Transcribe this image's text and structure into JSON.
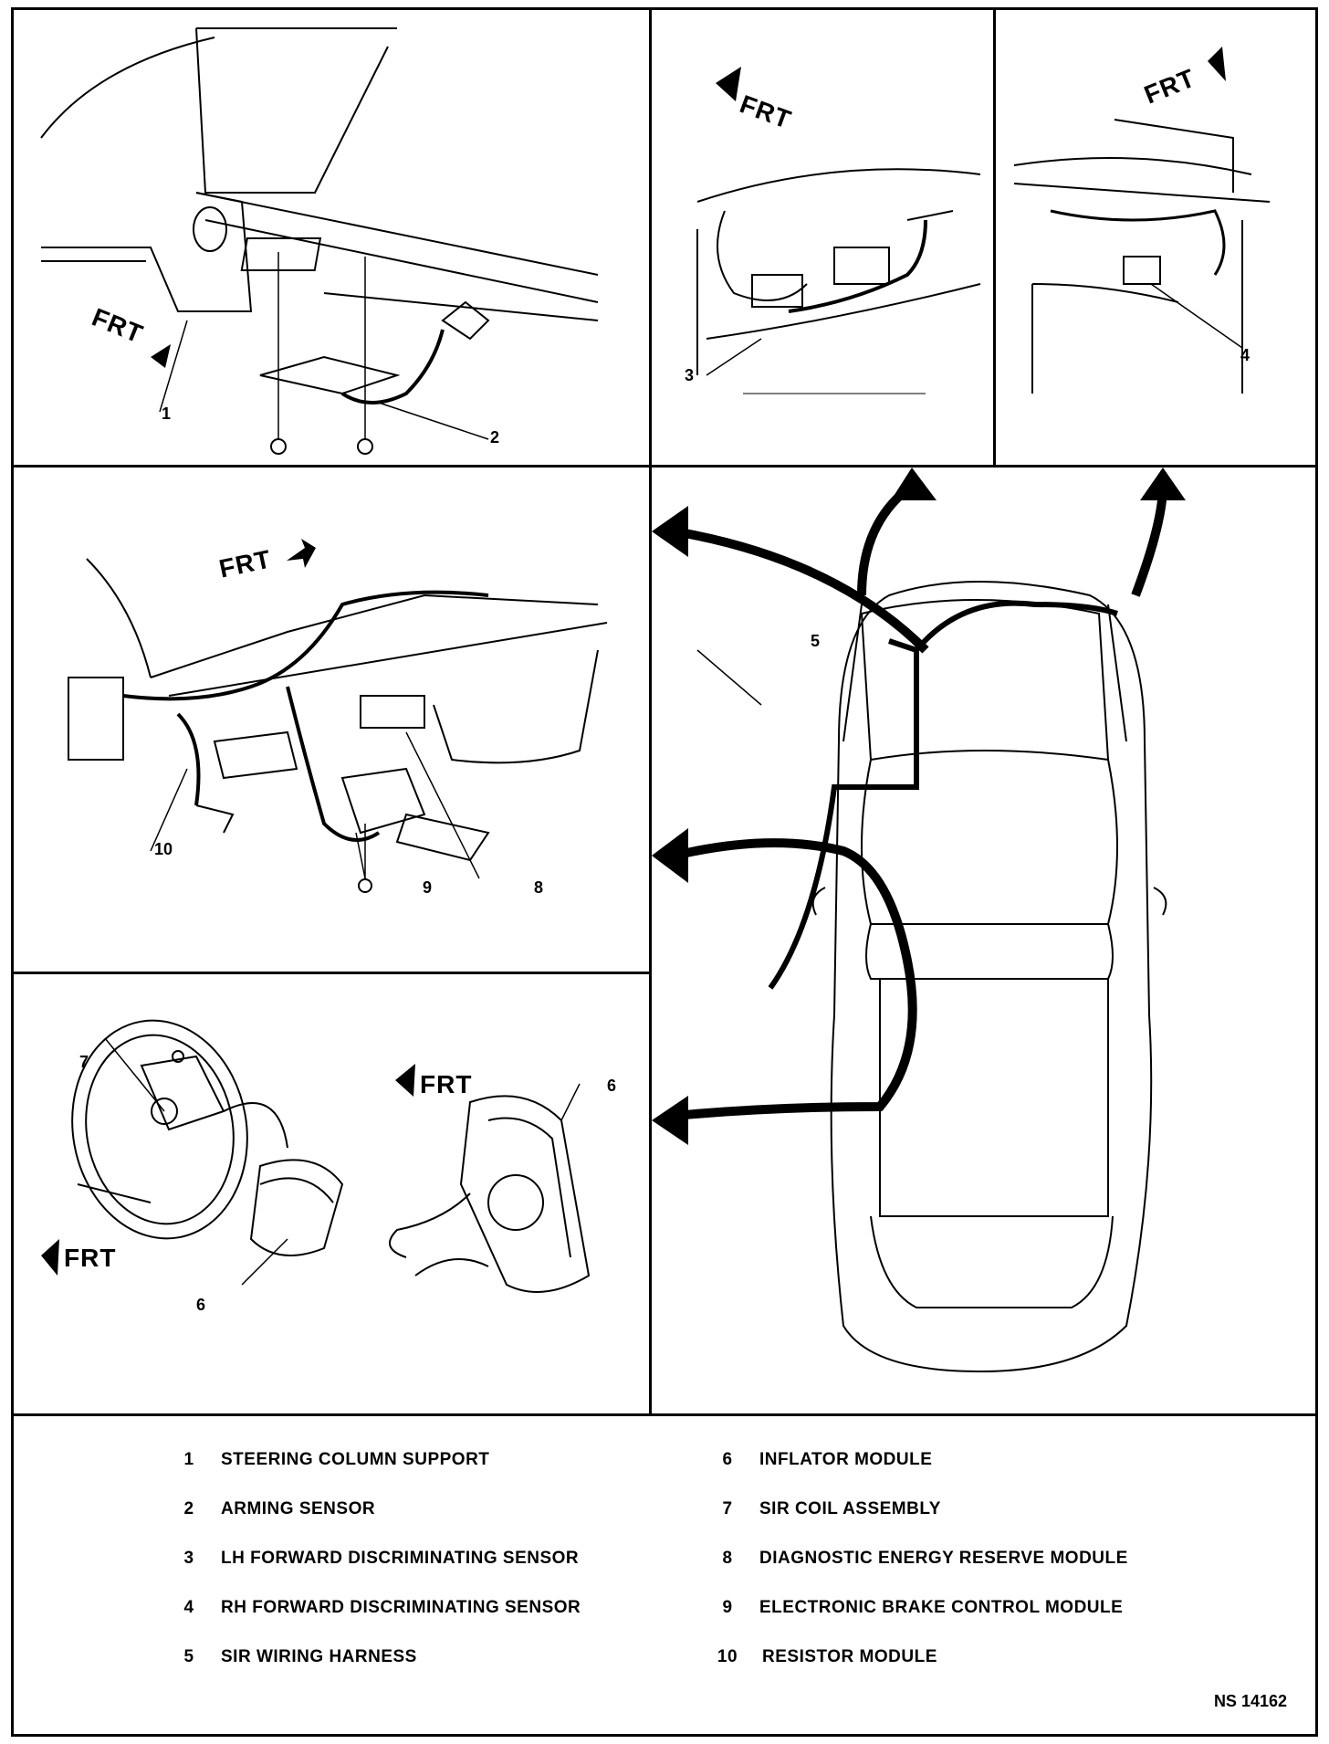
{
  "frt_label": "FRT",
  "panels": {
    "steering_support": {
      "callouts": [
        "1",
        "2"
      ]
    },
    "lh_sensor": {
      "callouts": [
        "3"
      ]
    },
    "rh_sensor": {
      "callouts": [
        "4"
      ]
    },
    "instrument_panel": {
      "callouts": [
        "10",
        "9",
        "8"
      ]
    },
    "steering_wheel": {
      "callouts": [
        "7",
        "6",
        "6"
      ]
    },
    "vehicle": {
      "callouts": [
        "5"
      ]
    }
  },
  "legend": {
    "left": [
      {
        "num": "1",
        "label": "STEERING COLUMN SUPPORT"
      },
      {
        "num": "2",
        "label": "ARMING SENSOR"
      },
      {
        "num": "3",
        "label": "LH FORWARD DISCRIMINATING SENSOR"
      },
      {
        "num": "4",
        "label": "RH FORWARD DISCRIMINATING SENSOR"
      },
      {
        "num": "5",
        "label": "SIR WIRING HARNESS"
      }
    ],
    "right": [
      {
        "num": "6",
        "label": "INFLATOR MODULE"
      },
      {
        "num": "7",
        "label": "SIR COIL ASSEMBLY"
      },
      {
        "num": "8",
        "label": "DIAGNOSTIC ENERGY RESERVE MODULE"
      },
      {
        "num": "9",
        "label": "ELECTRONIC BRAKE CONTROL MODULE"
      },
      {
        "num": "10",
        "label": "RESISTOR MODULE"
      }
    ]
  },
  "figure_number": "NS 14162"
}
